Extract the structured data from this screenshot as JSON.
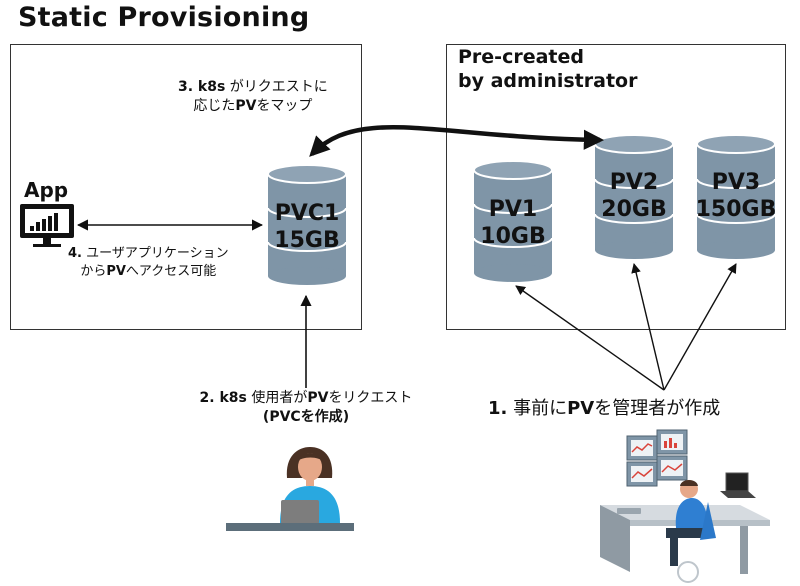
{
  "title": "Static Provisioning",
  "right_box": {
    "line1": "Pre-created",
    "line2": "by administrator"
  },
  "app_label": "App",
  "pvc": {
    "name": "PVC1",
    "size": "15GB"
  },
  "pvs": [
    {
      "name": "PV1",
      "size": "10GB"
    },
    {
      "name": "PV2",
      "size": "20GB"
    },
    {
      "name": "PV3",
      "size": "150GB"
    }
  ],
  "step1": {
    "num": "1.",
    "pre": "事前に",
    "bold": "PV",
    "post": "を管理者が作成"
  },
  "step2": {
    "num": "2. k8s",
    "text1": " 使用者が",
    "bold1": "PV",
    "text2": "をリクエスト",
    "line2_open": "(",
    "bold2": "PVC",
    "line2_text": "を作成",
    "line2_close": ")"
  },
  "step3": {
    "num": "3. k8s",
    "text1": " がリクエストに",
    "line2_pre": "応じた",
    "bold": "PV",
    "line2_post": "をマップ"
  },
  "step4": {
    "num": "4.",
    "text1": " ユーザアプリケーション",
    "line2_pre": "から",
    "bold": "PV",
    "line2_post": "へアクセス可能"
  },
  "colors": {
    "cylinder": "#7f95a7",
    "cylinder_dark": "#6a8093",
    "line": "#111111"
  }
}
